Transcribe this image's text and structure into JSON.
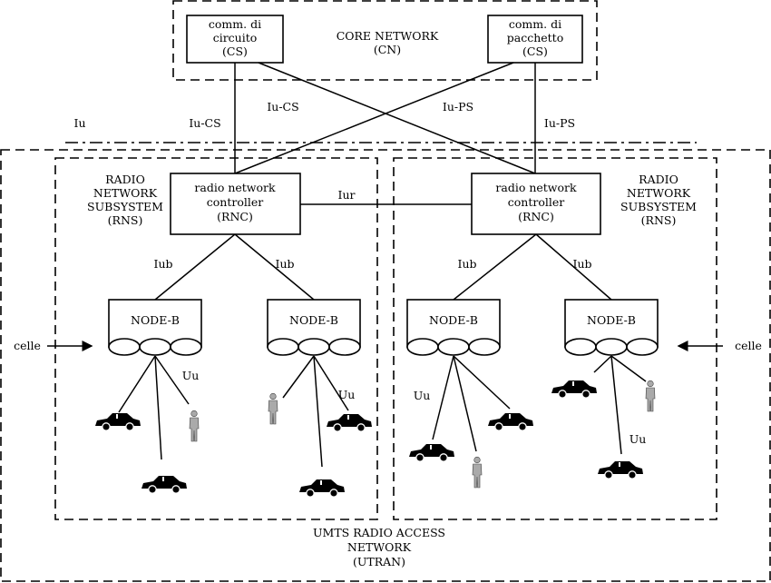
{
  "core_network": {
    "title": [
      "CORE NETWORK",
      "(CN)"
    ],
    "cs_node": [
      "comm. di",
      "circuito",
      "(CS)"
    ],
    "ps_node": [
      "comm. di",
      "pacchetto",
      "(CS)"
    ]
  },
  "interfaces": {
    "iu": "Iu",
    "iu_cs": "Iu-CS",
    "iu_cs_cross": "Iu-CS",
    "iu_ps_cross": "Iu-PS",
    "iu_ps": "Iu-PS",
    "iur": "Iur",
    "iub": "Iub",
    "uu": "Uu"
  },
  "rns_label": [
    "RADIO",
    "NETWORK",
    "SUBSYSTEM",
    "(RNS)"
  ],
  "rnc_label": [
    "radio network",
    "controller",
    "(RNC)"
  ],
  "node_b_label": "NODE-B",
  "cells_label": "celle",
  "utran_label": [
    "UMTS RADIO ACCESS",
    "NETWORK",
    "(UTRAN)"
  ]
}
